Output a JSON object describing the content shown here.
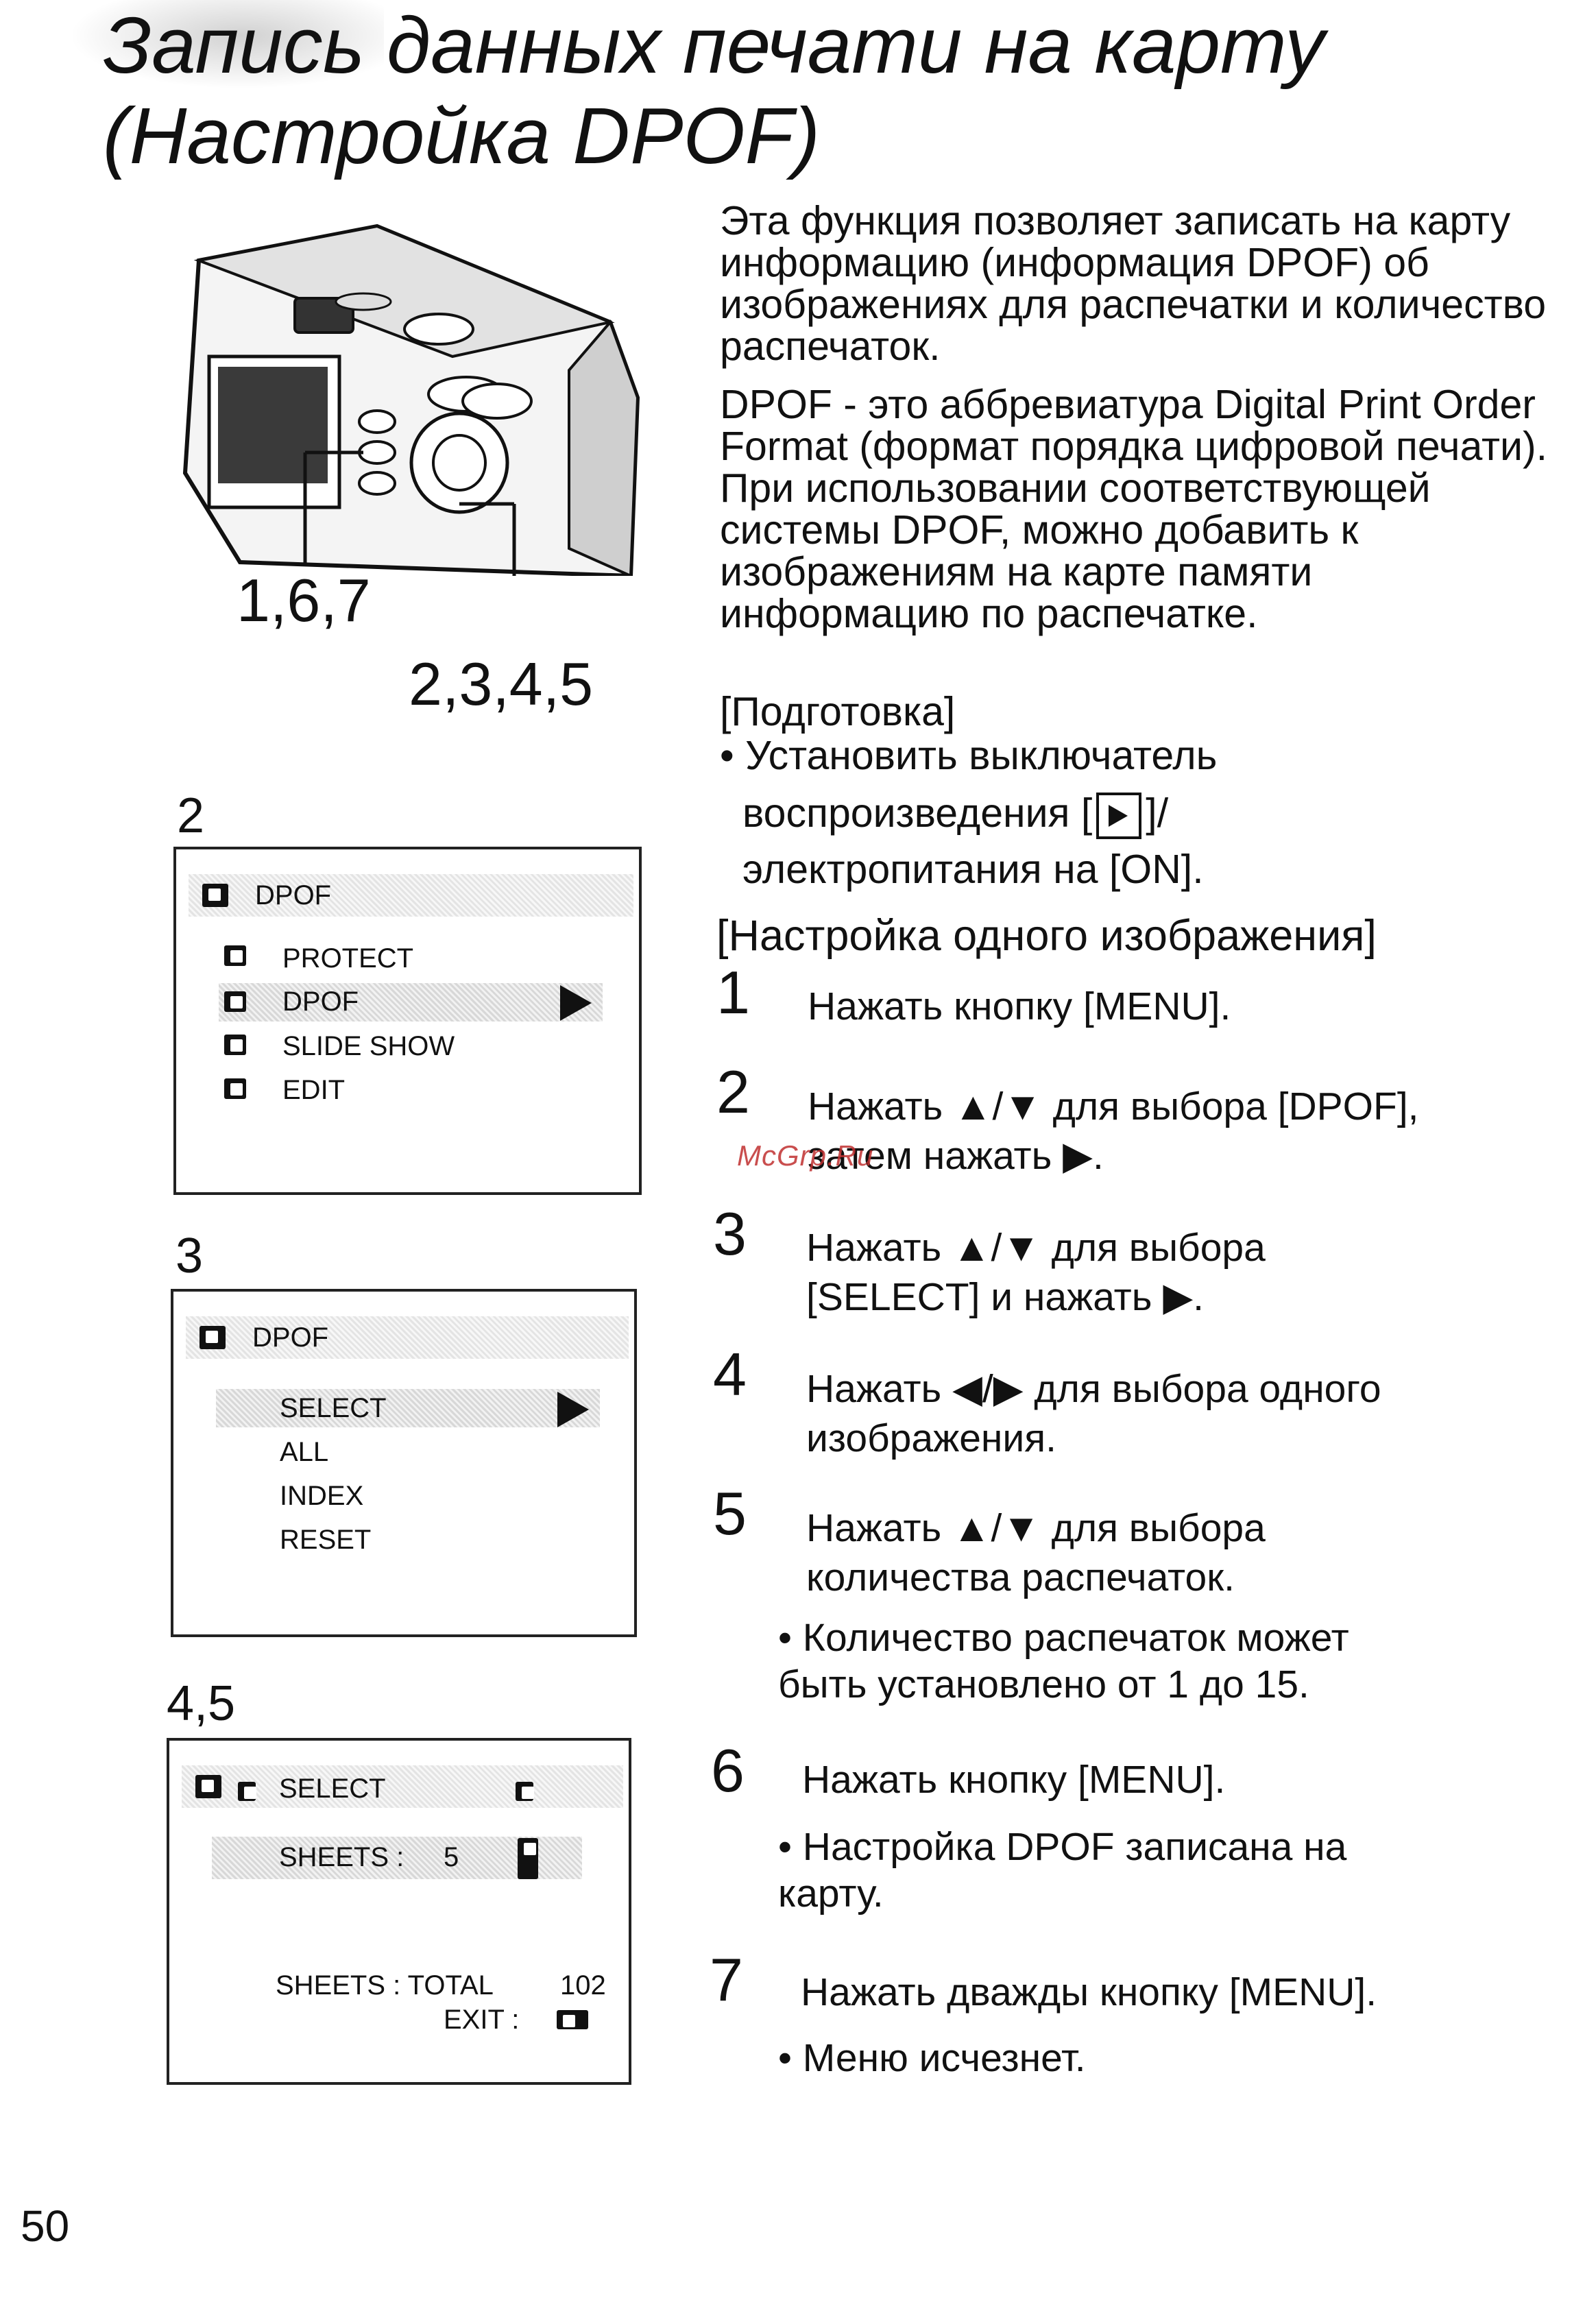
{
  "title": {
    "line1": "Запись данных печати на карту",
    "line2": "(Настройка DPOF)"
  },
  "callouts": {
    "c1": "1,6,7",
    "c2": "2,3,4,5"
  },
  "figures": {
    "fig2": {
      "label": "2",
      "header": "DPOF",
      "items": [
        "PROTECT",
        "DPOF",
        "SLIDE SHOW",
        "EDIT"
      ],
      "selected_index": 1
    },
    "fig3": {
      "label": "3",
      "header": "DPOF",
      "items": [
        "SELECT",
        "ALL",
        "INDEX",
        "RESET"
      ],
      "selected_index": 0
    },
    "fig45": {
      "label": "4,5",
      "header": "SELECT",
      "sheets_label": "SHEETS :",
      "sheets_value": "5",
      "total_label": "SHEETS : TOTAL",
      "total_value": "102",
      "exit_label": "EXIT :"
    }
  },
  "intro": {
    "p1": "Эта функция позволяет записать на карту информацию (информация DPOF) об изображениях для распечатки и количество распечаток.",
    "p2": "DPOF - это аббревиатура Digital Print Order Format (формат порядка цифровой печати). При использовании соответствующей системы DPOF, можно добавить к изображениям на карте памяти информацию по распечатке."
  },
  "prep": {
    "heading": "[Подготовка]",
    "bullet_a": "Установить выключатель",
    "bullet_b_pre": "воспроизведения [",
    "bullet_b_post": "]/",
    "bullet_c": "электропитания на [ON]."
  },
  "section": "[Настройка одного изображения]",
  "steps": [
    {
      "num": "1",
      "text": "Нажать кнопку [MENU]."
    },
    {
      "num": "2",
      "text": "Нажать ▲/▼ для выбора [DPOF], затем нажать ▶."
    },
    {
      "num": "3",
      "text": "Нажать ▲/▼ для выбора [SELECT] и нажать ▶."
    },
    {
      "num": "4",
      "text": "Нажать ◀/▶ для выбора одного изображения."
    },
    {
      "num": "5",
      "text": "Нажать ▲/▼ для выбора количества распечаток."
    },
    {
      "num": "6",
      "text": "Нажать кнопку [MENU]."
    },
    {
      "num": "7",
      "text": "Нажать дважды кнопку [MENU]."
    }
  ],
  "notes": {
    "n5": "Количество распечаток может быть установлено от 1 до 15.",
    "n6": "Настройка DPOF записана на карту.",
    "n7": "Меню исчезнет."
  },
  "watermark": "McGrp.Ru",
  "page_number": "50"
}
